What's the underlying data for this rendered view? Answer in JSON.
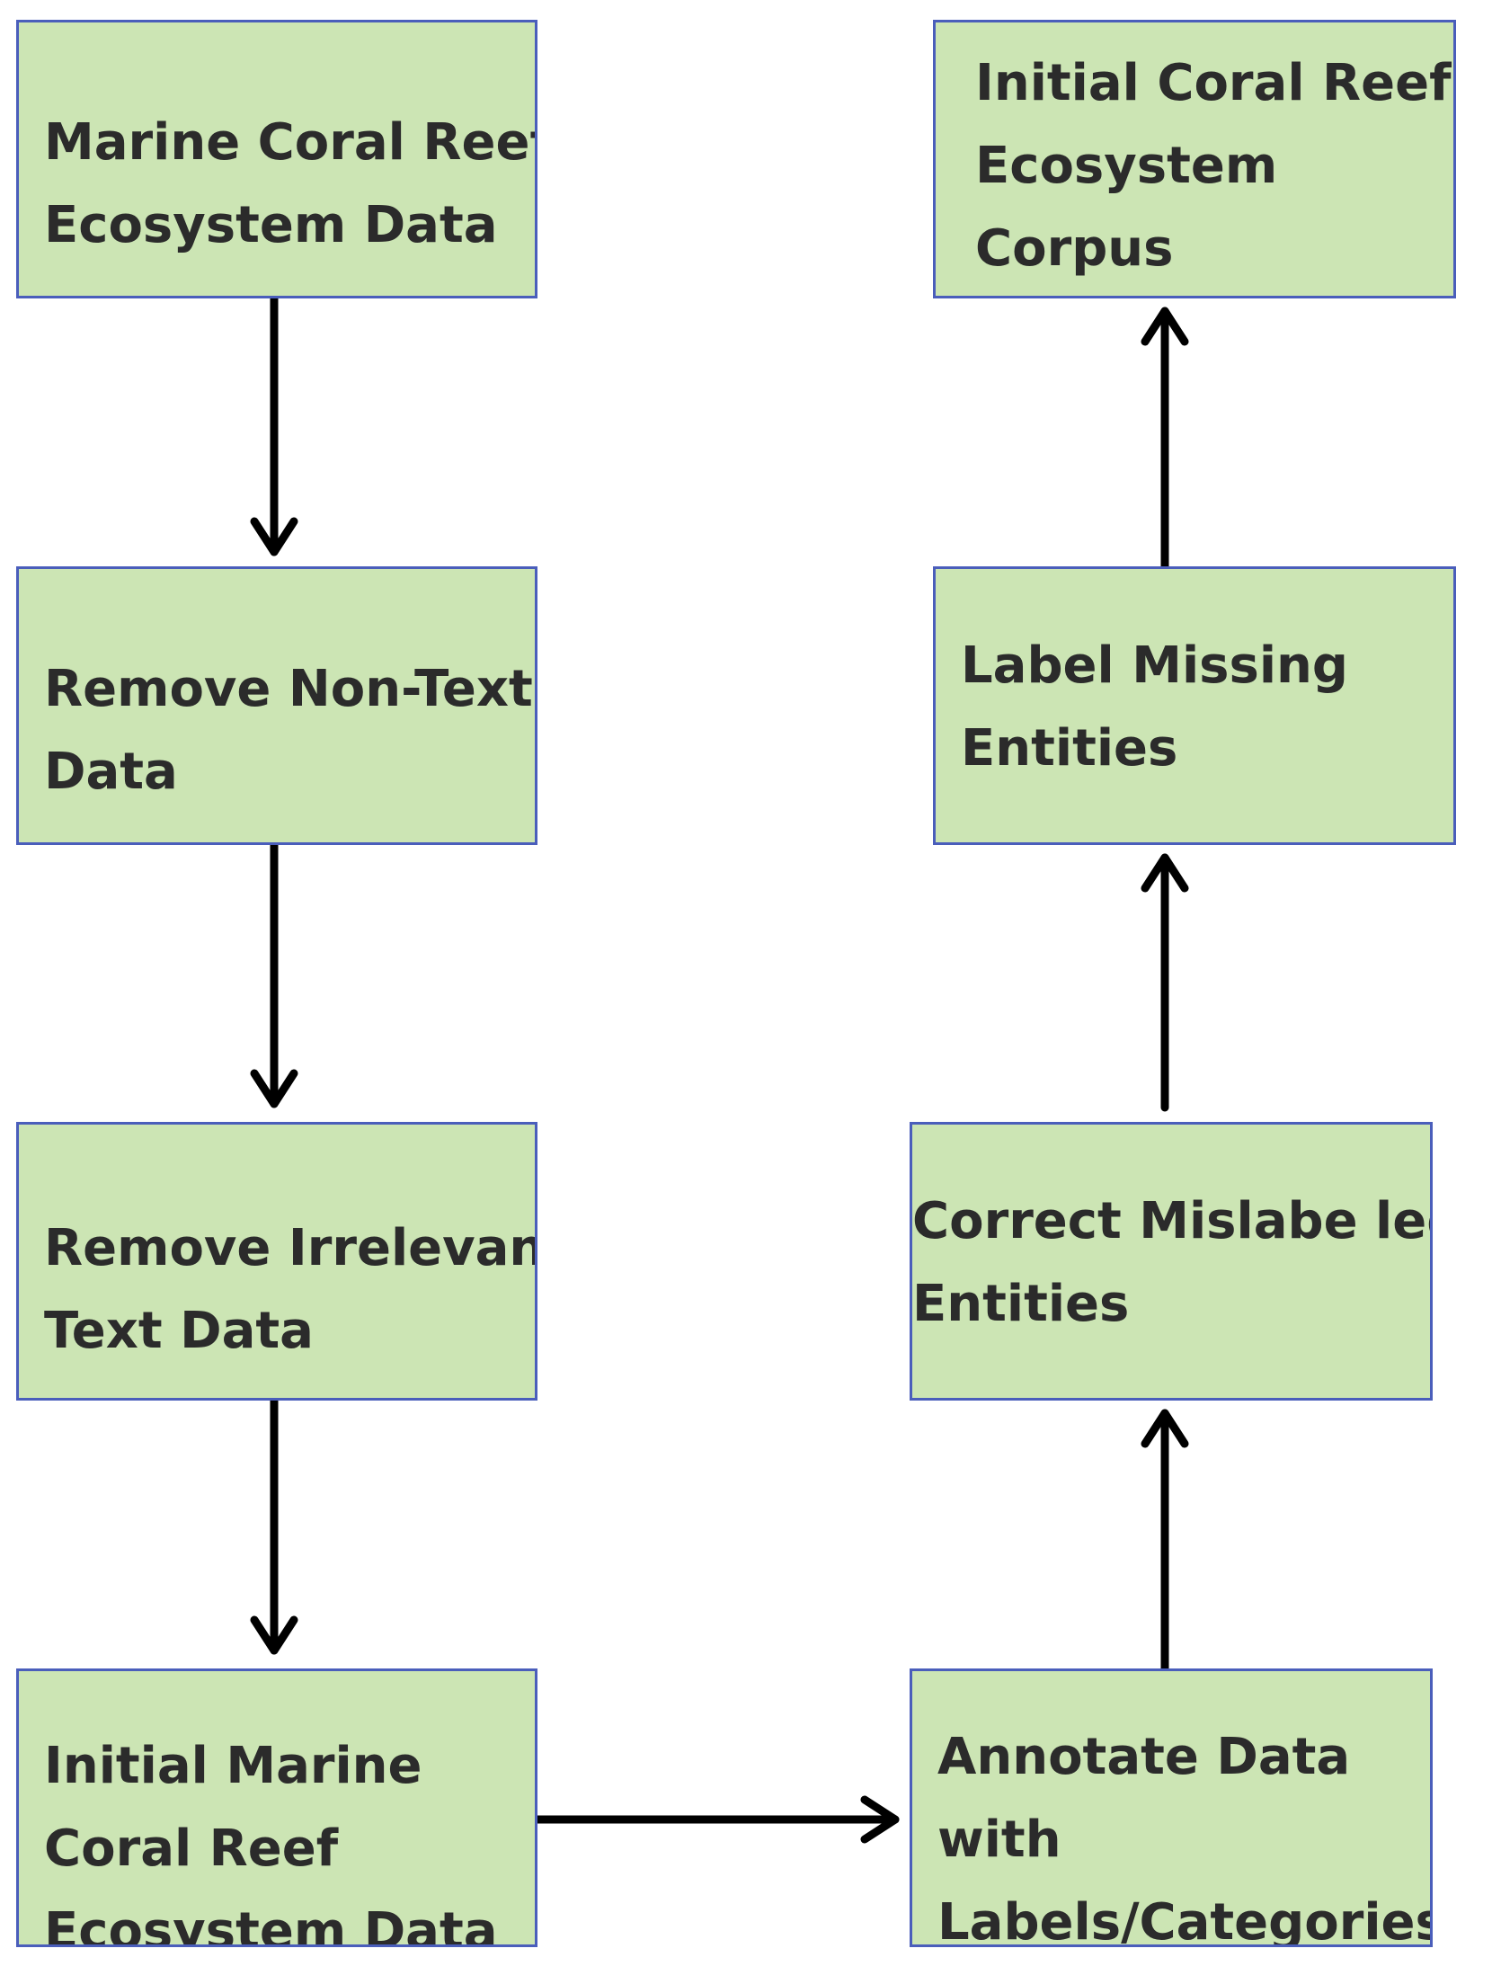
{
  "diagram": {
    "nodes": [
      {
        "id": "box-1",
        "lines": [
          "Marine Coral Reef",
          "Ecosystem Data"
        ]
      },
      {
        "id": "box-2",
        "lines": [
          "Remove Non-Text",
          "Data"
        ]
      },
      {
        "id": "box-3",
        "lines": [
          "Remove Irrelevant",
          "Text Data"
        ]
      },
      {
        "id": "box-4",
        "lines": [
          "Initial Marine",
          "Coral Reef",
          "Ecosystem Data"
        ]
      },
      {
        "id": "box-5",
        "lines": [
          "Annotate Data",
          "with",
          "Labels/Categories"
        ]
      },
      {
        "id": "box-6",
        "lines": [
          "Correct Mislabe led",
          "Entities"
        ]
      },
      {
        "id": "box-7",
        "lines": [
          "Label Missing",
          "Entities"
        ]
      },
      {
        "id": "box-8",
        "lines": [
          "Initial Coral Reef",
          "Ecosystem",
          "Corpus"
        ]
      }
    ],
    "edges": [
      {
        "from": "box-1",
        "to": "box-2"
      },
      {
        "from": "box-2",
        "to": "box-3"
      },
      {
        "from": "box-3",
        "to": "box-4"
      },
      {
        "from": "box-4",
        "to": "box-5"
      },
      {
        "from": "box-5",
        "to": "box-6"
      },
      {
        "from": "box-6",
        "to": "box-7"
      },
      {
        "from": "box-7",
        "to": "box-8"
      }
    ],
    "colors": {
      "box_fill": "#cce5b4",
      "box_border": "#4a5ebb",
      "text": "#2b2b2b",
      "arrow": "#000000"
    }
  }
}
